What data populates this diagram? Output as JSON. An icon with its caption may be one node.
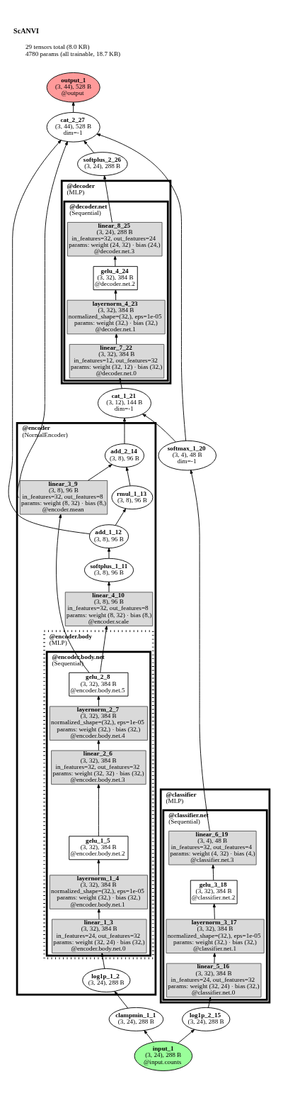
{
  "diagram": {
    "title": "ScANVI",
    "nodes": [
      {
        "text": [
          "output_1",
          "(3, 44), 528 B",
          "@output"
        ]
      },
      {
        "text": [
          "cat_2_27",
          "(3, 44), 528 B",
          "dim=-1"
        ]
      },
      {
        "text": [
          "softplus_2_26",
          "(3, 24), 288 B"
        ]
      },
      {
        "text": [
          "@decoder",
          "(MLP)"
        ]
      },
      {
        "text": [
          "@decoder.net",
          "(Sequential)"
        ],
        "in": 3
      },
      {
        "text": [
          "linear_8_25",
          "(3, 24), 288 B",
          "in_features=32, out_features=24",
          "params: weight (24, 32) · bias (24,)",
          "@decoder.net.3"
        ],
        "in": 4
      },
      {
        "text": [
          "gelu_4_24",
          "(3, 32), 384 B",
          "@decoder.net.2"
        ],
        "in": 4
      },
      {
        "text": [
          "layernorm_4_23",
          "(3, 32), 384 B",
          "normalized_shape=(32,), eps=1e-05",
          "params: weight (32,) · bias (32,)",
          "@decoder.net.1"
        ],
        "in": 4
      },
      {
        "text": [
          "linear_7_22",
          "(3, 32), 384 B",
          "in_features=12, out_features=32",
          "params: weight (32, 12) · bias (32,)",
          "@decoder.net.0"
        ],
        "in": 4
      },
      {
        "text": [
          "cat_1_21",
          "(3, 12), 144 B",
          "dim=-1"
        ]
      },
      {
        "text": [
          "softmax_1_20",
          "(3, 4), 48 B",
          "dim=-1"
        ]
      },
      {
        "text": [
          "@encoder",
          "(NormalEncoder)"
        ]
      },
      {
        "text": [
          "add_2_14",
          "(3, 8), 96 B"
        ],
        "in": 11
      },
      {
        "text": [
          "rmul_1_13",
          "(3, 8), 96 B"
        ],
        "in": 11
      },
      {
        "text": [
          "add_1_12",
          "(3, 8), 96 B"
        ],
        "in": 11
      },
      {
        "text": [
          "softplus_1_11",
          "(3, 8), 96 B"
        ],
        "in": 11
      },
      {
        "text": [
          "linear_3_9",
          "(3, 8), 96 B",
          "in_features=32, out_features=8",
          "params: weight (8, 32) · bias (8,)",
          "@encoder.mean"
        ],
        "in": 11
      },
      {
        "text": [
          "linear_4_10",
          "(3, 8), 96 B",
          "in_features=32, out_features=8",
          "params: weight (8, 32) · bias (8,)",
          "@encoder.scale"
        ],
        "in": 11
      },
      {
        "text": [
          "@encoder.body",
          "(MLP)"
        ],
        "in": 11
      },
      {
        "text": [
          "@encoder.body.net",
          "(Sequential)"
        ],
        "in": 18
      },
      {
        "text": [
          "gelu_2_8",
          "(3, 32), 384 B",
          "@encoder.body.net.5"
        ],
        "in": 19
      },
      {
        "text": [
          "layernorm_2_7",
          "(3, 32), 384 B",
          "normalized_shape=(32,), eps=1e-05",
          "params: weight (32,) · bias (32,)",
          "@encoder.body.net.4"
        ],
        "in": 19
      },
      {
        "text": [
          "linear_2_6",
          "(3, 32), 384 B",
          "in_features=32, out_features=32",
          "params: weight (32, 32) · bias (32,)",
          "@encoder.body.net.3"
        ],
        "in": 19
      },
      {
        "text": [
          "gelu_1_5",
          "(3, 32), 384 B",
          "@encoder.body.net.2"
        ],
        "in": 19
      },
      {
        "text": [
          "layernorm_1_4",
          "(3, 32), 384 B",
          "normalized_shape=(32,), eps=1e-05",
          "params: weight (32,) · bias (32,)",
          "@encoder.body.net.1"
        ],
        "in": 19
      },
      {
        "text": [
          "linear_1_3",
          "(3, 32), 384 B",
          "in_features=24, out_features=32",
          "params: weight (32, 24) · bias (32,)",
          "@encoder.body.net.0"
        ],
        "in": 19
      },
      {
        "text": [
          "log1p_1_2",
          "(3, 24), 288 B"
        ],
        "in": 11
      },
      {
        "text": [
          "@classifier",
          "(MLP)"
        ]
      },
      {
        "text": [
          "@classifier.net",
          "(Sequential)"
        ],
        "in": 27
      },
      {
        "text": [
          "linear_6_19",
          "(3, 4), 48 B",
          "in_features=32, out_features=4",
          "params: weight (4, 32) · bias (4,)",
          "@classifier.net.3"
        ],
        "in": 28
      },
      {
        "text": [
          "gelu_3_18",
          "(3, 32), 384 B",
          "@classifier.net.2"
        ],
        "in": 28
      },
      {
        "text": [
          "layernorm_3_17",
          "(3, 32), 384 B",
          "normalized_shape=(32,), eps=1e-05",
          "params: weight (32,) · bias (32,)",
          "@classifier.net.1"
        ],
        "in": 28
      },
      {
        "text": [
          "linear_5_16",
          "(3, 32), 384 B",
          "in_features=24, out_features=32",
          "params: weight (32, 24) · bias (32,)",
          "@classifier.net.0"
        ],
        "in": 28
      },
      {
        "text": [
          "clampmin_1_1",
          "(3, 24), 288 B"
        ]
      },
      {
        "text": [
          "log1p_2_15",
          "(3, 24), 288 B"
        ]
      },
      {
        "text": [
          "input_1",
          "(3, 24), 288 B",
          "@input.counts"
        ]
      }
    ],
    "edges": [
      {
        "from": 35,
        "to": 33,
        "arrow": "to"
      },
      {
        "from": 35,
        "to": 34,
        "arrow": "to"
      },
      {
        "from": 33,
        "to": 26,
        "arrow": "to"
      },
      {
        "from": 26,
        "to": 25,
        "arrow": "to"
      },
      {
        "from": 25,
        "to": 24,
        "arrow": "to"
      },
      {
        "from": 24,
        "to": 23,
        "arrow": "to"
      },
      {
        "from": 23,
        "to": 22,
        "arrow": "to"
      },
      {
        "from": 22,
        "to": 21,
        "arrow": "to"
      },
      {
        "from": 21,
        "to": 20,
        "arrow": "to"
      },
      {
        "from": 20,
        "to": 16,
        "arrow": "to"
      },
      {
        "from": 20,
        "to": 17,
        "arrow": "to"
      },
      {
        "from": 17,
        "to": 15,
        "arrow": "to"
      },
      {
        "from": 15,
        "to": 14,
        "arrow": "to"
      },
      {
        "from": 14,
        "to": 13,
        "arrow": "to"
      },
      {
        "from": 13,
        "to": 12,
        "arrow": "to"
      },
      {
        "from": 16,
        "to": 12,
        "arrow": "to"
      },
      {
        "from": 12,
        "to": 9,
        "arrow": "to"
      },
      {
        "from": 34,
        "to": 32,
        "arrow": "to"
      },
      {
        "from": 32,
        "to": 31,
        "arrow": "to"
      },
      {
        "from": 31,
        "to": 30,
        "arrow": "to"
      },
      {
        "from": 30,
        "to": 29,
        "arrow": "to"
      },
      {
        "from": 29,
        "to": 10,
        "arrow": "to"
      },
      {
        "from": 10,
        "to": 9,
        "arrow": "to"
      },
      {
        "from": 9,
        "to": 8,
        "arrow": "to"
      },
      {
        "from": 8,
        "to": 7,
        "arrow": "to"
      },
      {
        "from": 7,
        "to": 6,
        "arrow": "to"
      },
      {
        "from": 6,
        "to": 5,
        "arrow": "to"
      },
      {
        "from": 5,
        "to": 2,
        "arrow": "to"
      },
      {
        "from": 2,
        "to": 1,
        "arrow": "to"
      },
      {
        "from": 16,
        "to": 1,
        "arrow": "to"
      },
      {
        "from": 14,
        "to": 1,
        "arrow": "to"
      },
      {
        "from": 10,
        "to": 1,
        "arrow": "to"
      },
      {
        "from": 1,
        "to": 0,
        "arrow": "to"
      }
    ],
    "labels": [
      "29 tensors total (8.0 KB)",
      "4780 params (all trainable, 18.7 KB)"
    ]
  }
}
